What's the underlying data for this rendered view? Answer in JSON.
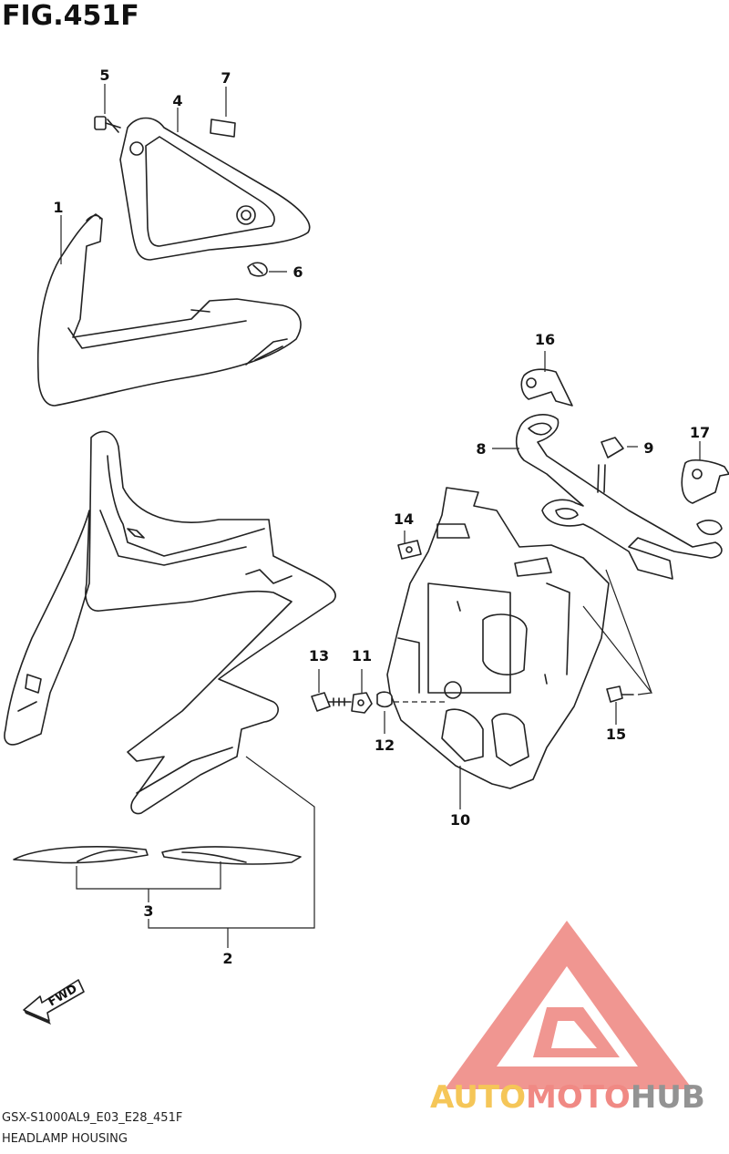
{
  "figure": {
    "title": "FIG.451F",
    "code": "GSX-S1000AL9_E03_E28_451F",
    "name": "HEADLAMP HOUSING"
  },
  "callouts": [
    "1",
    "2",
    "3",
    "4",
    "5",
    "6",
    "7",
    "8",
    "9",
    "10",
    "11",
    "12",
    "13",
    "14",
    "15",
    "16",
    "17"
  ],
  "fwd_label": "FWD",
  "watermark": {
    "part1": "AUTO",
    "part2": "MOTO",
    "part3": "HUB",
    "colors": {
      "auto": "#f5c24a",
      "moto": "#ef7f7a",
      "hub": "#8a8a8a",
      "triangle": "#ef8e88"
    }
  }
}
